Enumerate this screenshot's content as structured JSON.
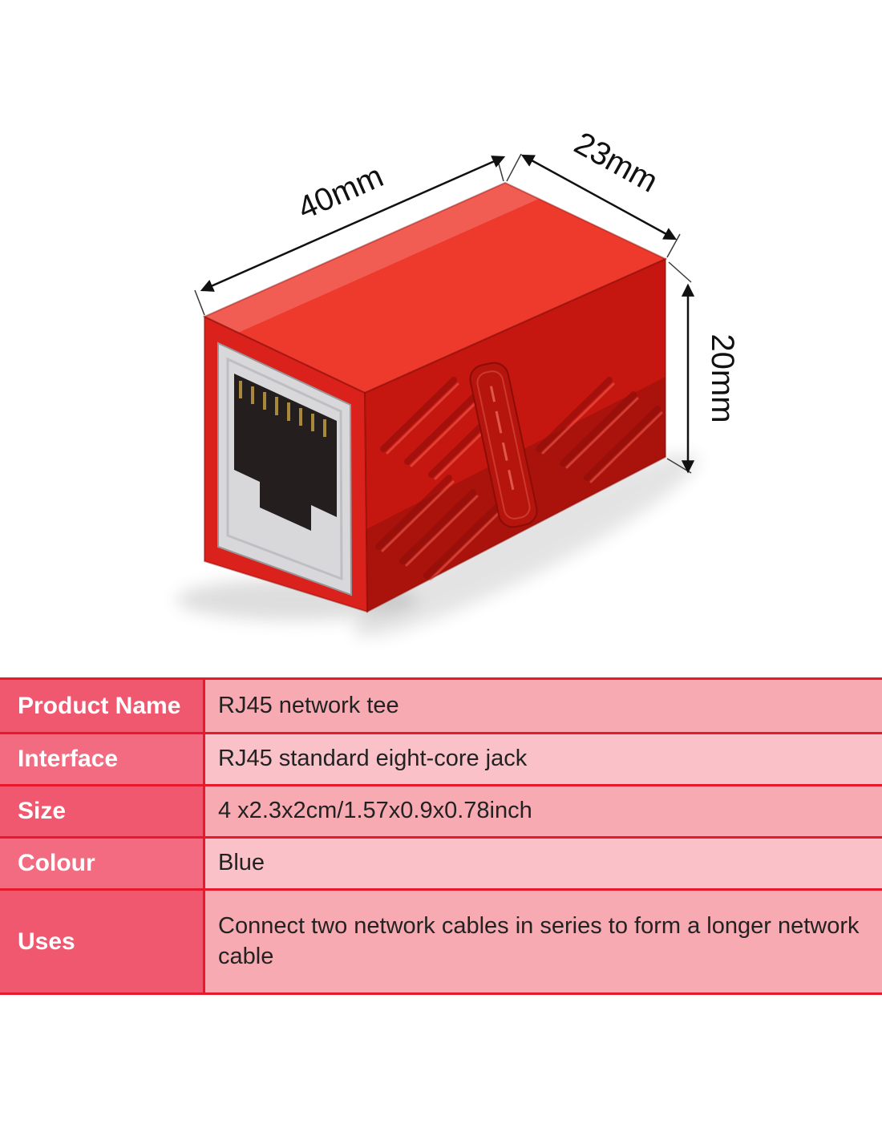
{
  "photo": {
    "alt": "Red RJ45 inline network coupler shown in perspective with dimension arrows",
    "dimensions": {
      "length_label": "40mm",
      "width_label": "23mm",
      "height_label": "20mm"
    },
    "colors": {
      "body_red": "#da211b",
      "top_red": "#ee3a2c",
      "side_red": "#c5170f",
      "silver": "#d8d8da",
      "opening": "#241e1e",
      "arrow": "#111111"
    }
  },
  "spec_table": {
    "rows": [
      {
        "label": "Product Name",
        "value": "RJ45 network tee"
      },
      {
        "label": "Interface",
        "value": "RJ45 standard eight-core jack"
      },
      {
        "label": "Size",
        "value": "4 x2.3x2cm/1.57x0.9x0.78inch"
      },
      {
        "label": "Colour",
        "value": "Blue"
      },
      {
        "label": "Uses",
        "value": "Connect two network cables in series to form a longer network cable"
      }
    ],
    "colors": {
      "divider": "#e8182d",
      "label_bg": "#f0586f",
      "label_bg_alt": "#f26b80",
      "value_bg": "#f8aab2",
      "value_bg_alt": "#fac2c8",
      "label_text": "#ffffff",
      "value_text": "#222222"
    }
  }
}
